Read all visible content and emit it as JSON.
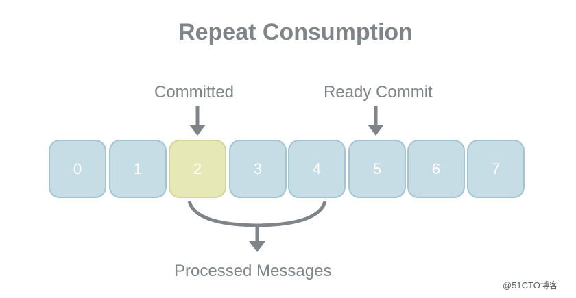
{
  "title": "Repeat Consumption",
  "labels": {
    "committed": "Committed",
    "ready_commit": "Ready Commit",
    "processed_messages": "Processed Messages"
  },
  "cells": [
    "0",
    "1",
    "2",
    "3",
    "4",
    "5",
    "6",
    "7"
  ],
  "highlighted_cell": "2",
  "colors": {
    "cell_fill": "#c6dde6",
    "highlight_fill": "#e6e8b5",
    "arrow": "#7f8488",
    "text": "#7f8488"
  },
  "watermark": "@51CTO博客"
}
